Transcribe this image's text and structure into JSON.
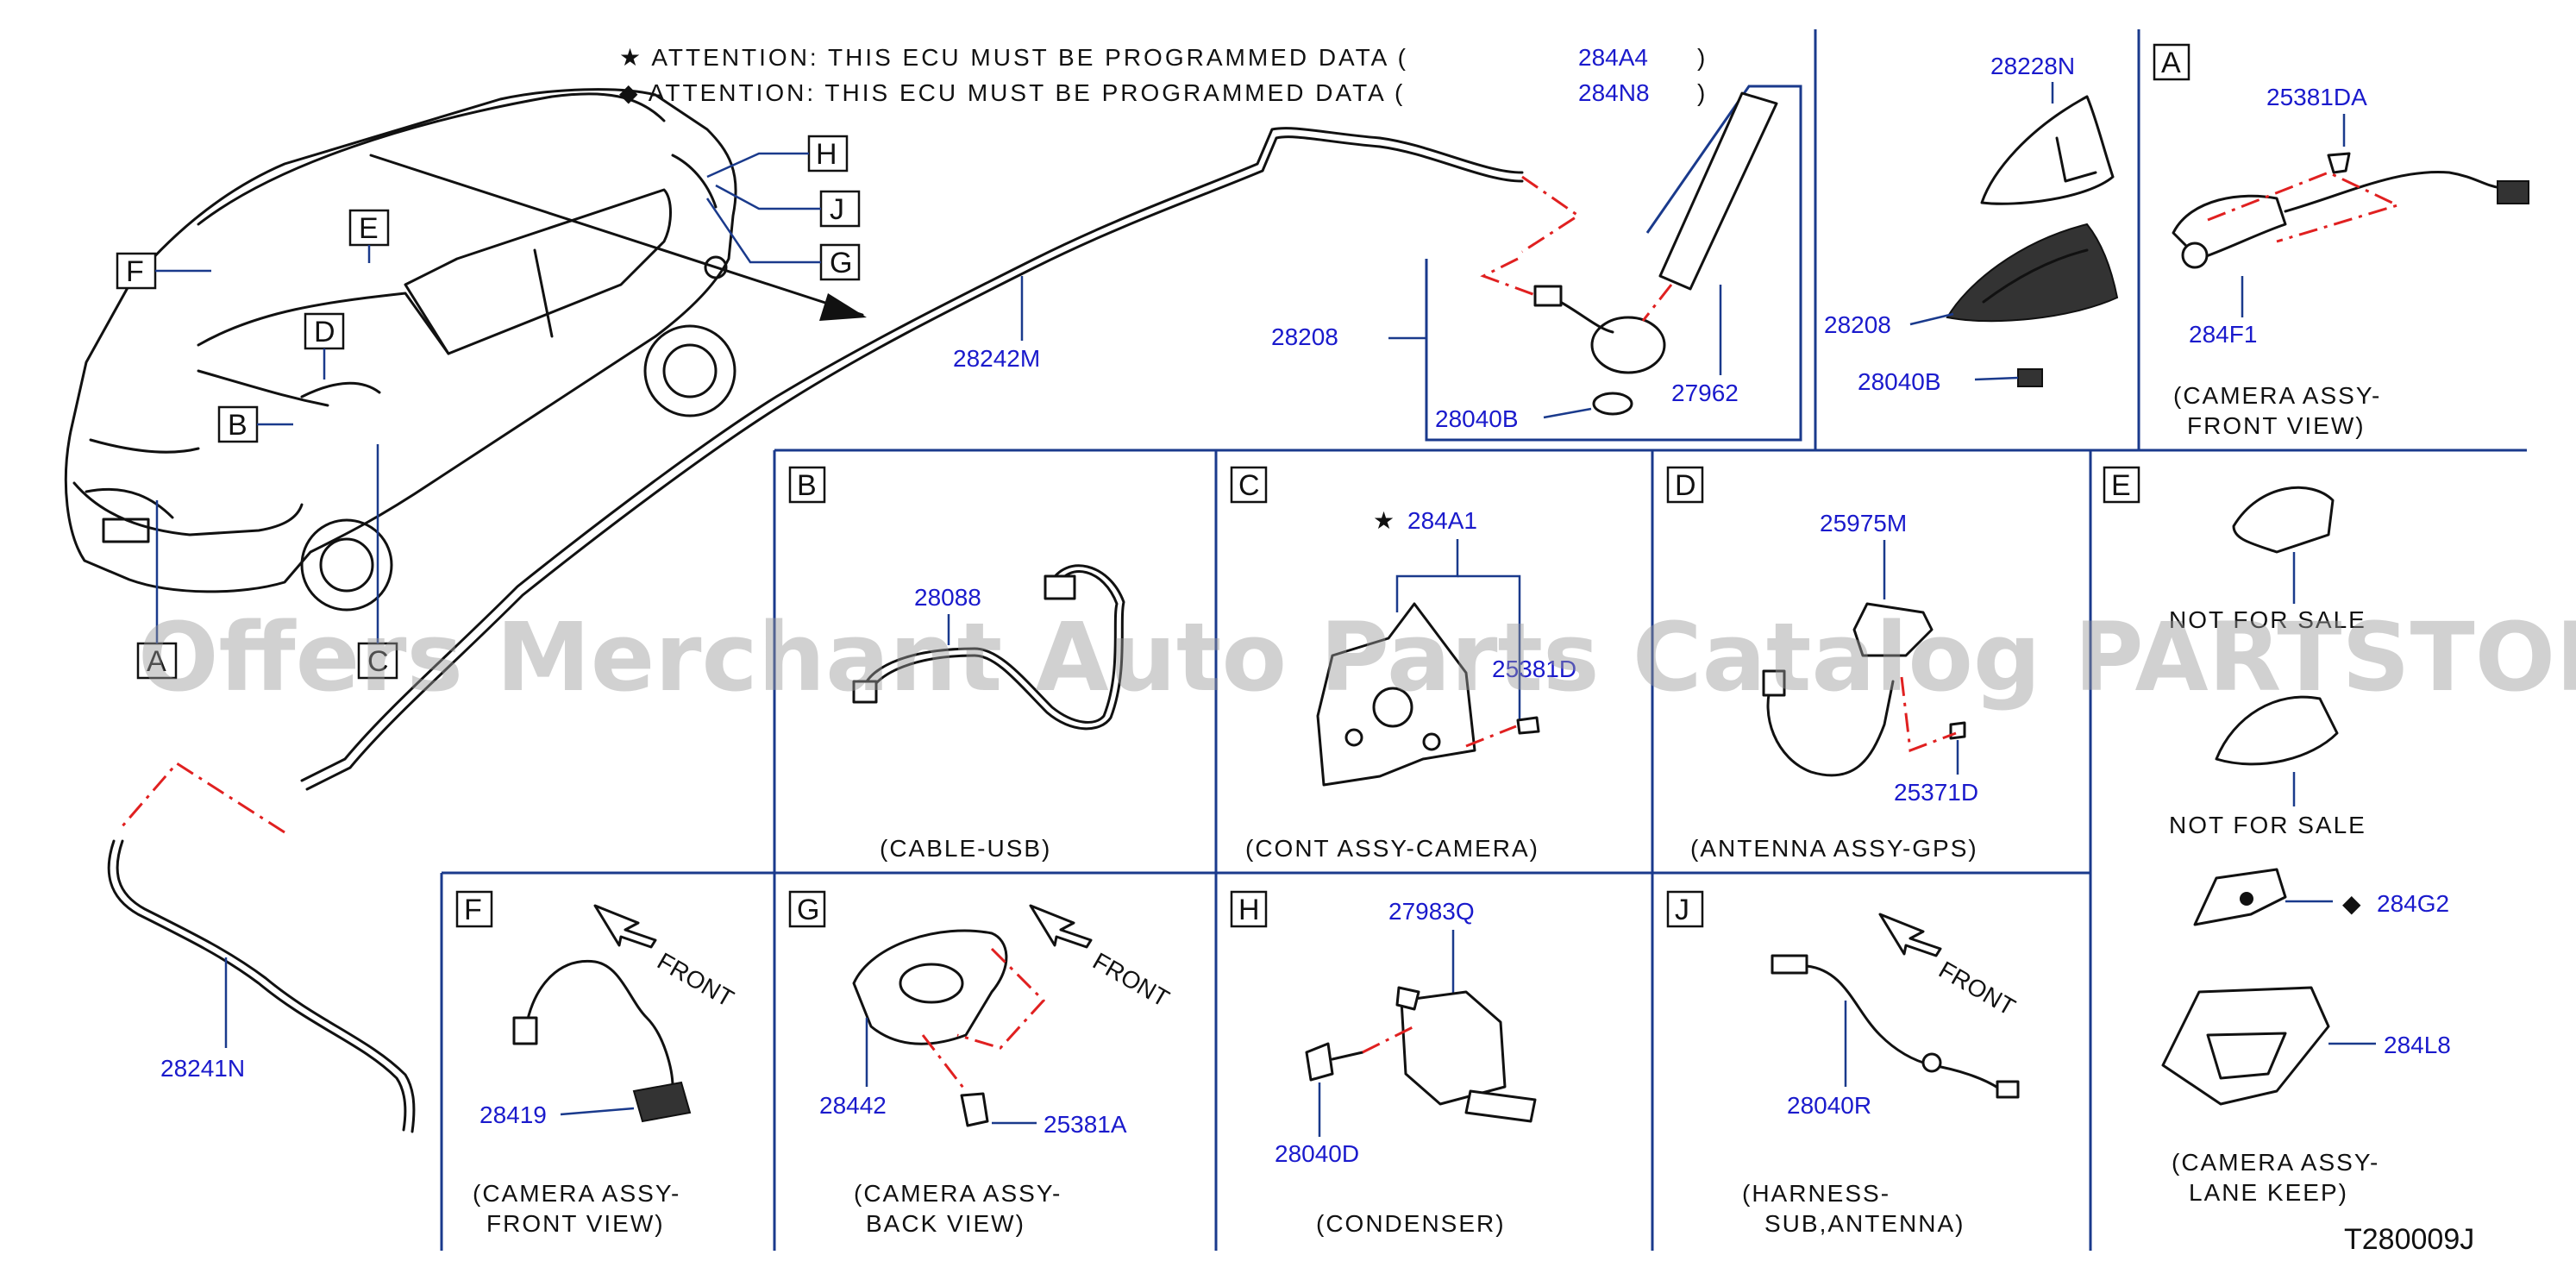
{
  "attention": {
    "line1_prefix": "★ ATTENTION: THIS ECU MUST BE PROGRAMMED DATA (",
    "line1_code": "284A4",
    "line2_prefix": "◆ ATTENTION: THIS ECU MUST BE PROGRAMMED DATA (",
    "line2_code": "284N8",
    "close": ")"
  },
  "watermark": "Offers Merchant Auto Parts Catalog PARTSTORE.SA",
  "diagram_code": "T280009J",
  "callouts": {
    "A": "A",
    "B": "B",
    "C": "C",
    "D": "D",
    "E": "E",
    "F": "F",
    "G": "G",
    "H": "H",
    "J": "J"
  },
  "main": {
    "harness_top": "28242M",
    "harness_bottom": "28241N",
    "antenna_assy": "28208",
    "antenna_rod": "27962",
    "antenna_nut": "28040B"
  },
  "shark_fin": {
    "cover": "28228N",
    "base": "28208",
    "nut": "28040B"
  },
  "panels": {
    "A": {
      "letter": "A",
      "screw": "25381DA",
      "camera": "284F1",
      "caption1": "(CAMERA ASSY-",
      "caption2": "FRONT VIEW)"
    },
    "B": {
      "letter": "B",
      "part": "28088",
      "caption": "(CABLE-USB)"
    },
    "C": {
      "letter": "C",
      "part": "284A1",
      "screw": "25381D",
      "star": "★",
      "caption": "(CONT ASSY-CAMERA)"
    },
    "D": {
      "letter": "D",
      "part": "25975M",
      "screw": "25371D",
      "caption": "(ANTENNA ASSY-GPS)"
    },
    "E": {
      "letter": "E",
      "nfs1": "NOT FOR SALE",
      "nfs2": "NOT FOR SALE",
      "cam": "284G2",
      "diamond": "◆",
      "lane": "284L8",
      "caption1": "(CAMERA ASSY-",
      "caption2": "LANE KEEP)"
    },
    "F": {
      "letter": "F",
      "part": "28419",
      "front": "FRONT",
      "caption1": "(CAMERA ASSY-",
      "caption2": "FRONT VIEW)"
    },
    "G": {
      "letter": "G",
      "part": "28442",
      "screw": "25381A",
      "front": "FRONT",
      "caption1": "(CAMERA ASSY-",
      "caption2": "BACK VIEW)"
    },
    "H": {
      "letter": "H",
      "part": "27983Q",
      "bolt": "28040D",
      "caption": "(CONDENSER)"
    },
    "J": {
      "letter": "J",
      "part": "28040R",
      "front": "FRONT",
      "caption1": "(HARNESS-",
      "caption2": "SUB,ANTENNA)"
    }
  },
  "colors": {
    "part_number": "#1a1acc",
    "frame": "#1a3a8c",
    "dash_line": "#e02020"
  }
}
